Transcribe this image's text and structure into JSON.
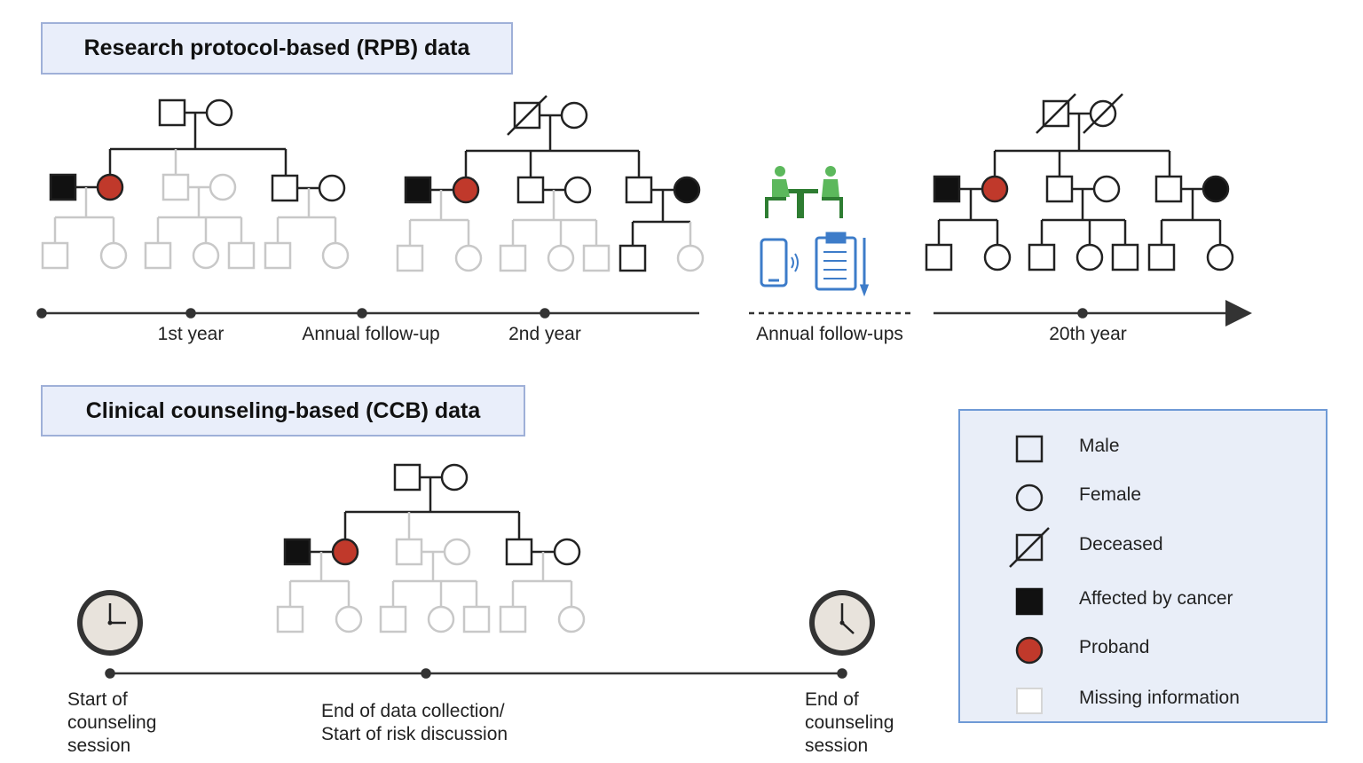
{
  "sections": {
    "rpb_title": "Research protocol-based (RPB) data",
    "ccb_title": "Clinical counseling-based (CCB) data"
  },
  "rpb_timeline": {
    "labels": [
      "1st year",
      "Annual follow-up",
      "2nd year",
      "Annual follow-ups",
      "20th year"
    ]
  },
  "ccb_timeline": {
    "start": "Start of counseling session",
    "middle_line1": "End of data collection/",
    "middle_line2": "Start of risk discussion",
    "end": "End of counseling session"
  },
  "legend": {
    "items": [
      {
        "label": "Male",
        "icon": "square-icon"
      },
      {
        "label": "Female",
        "icon": "circle-icon"
      },
      {
        "label": "Deceased",
        "icon": "deceased-slash-icon"
      },
      {
        "label": "Affected by cancer",
        "icon": "filled-square-icon"
      },
      {
        "label": "Proband",
        "icon": "red-circle-icon"
      },
      {
        "label": "Missing information",
        "icon": "faded-square-icon"
      }
    ]
  },
  "colors": {
    "proband": "#c0392b",
    "affected": "#111111",
    "missing": "#c8c8c8",
    "legend_bg": "#e9eef8",
    "legend_border": "#6f9ad6",
    "header_bg": "#e9eefa",
    "header_border": "#9fb0d8",
    "meeting_icon": "#5cb85c",
    "device_icon": "#3d7cc9"
  }
}
